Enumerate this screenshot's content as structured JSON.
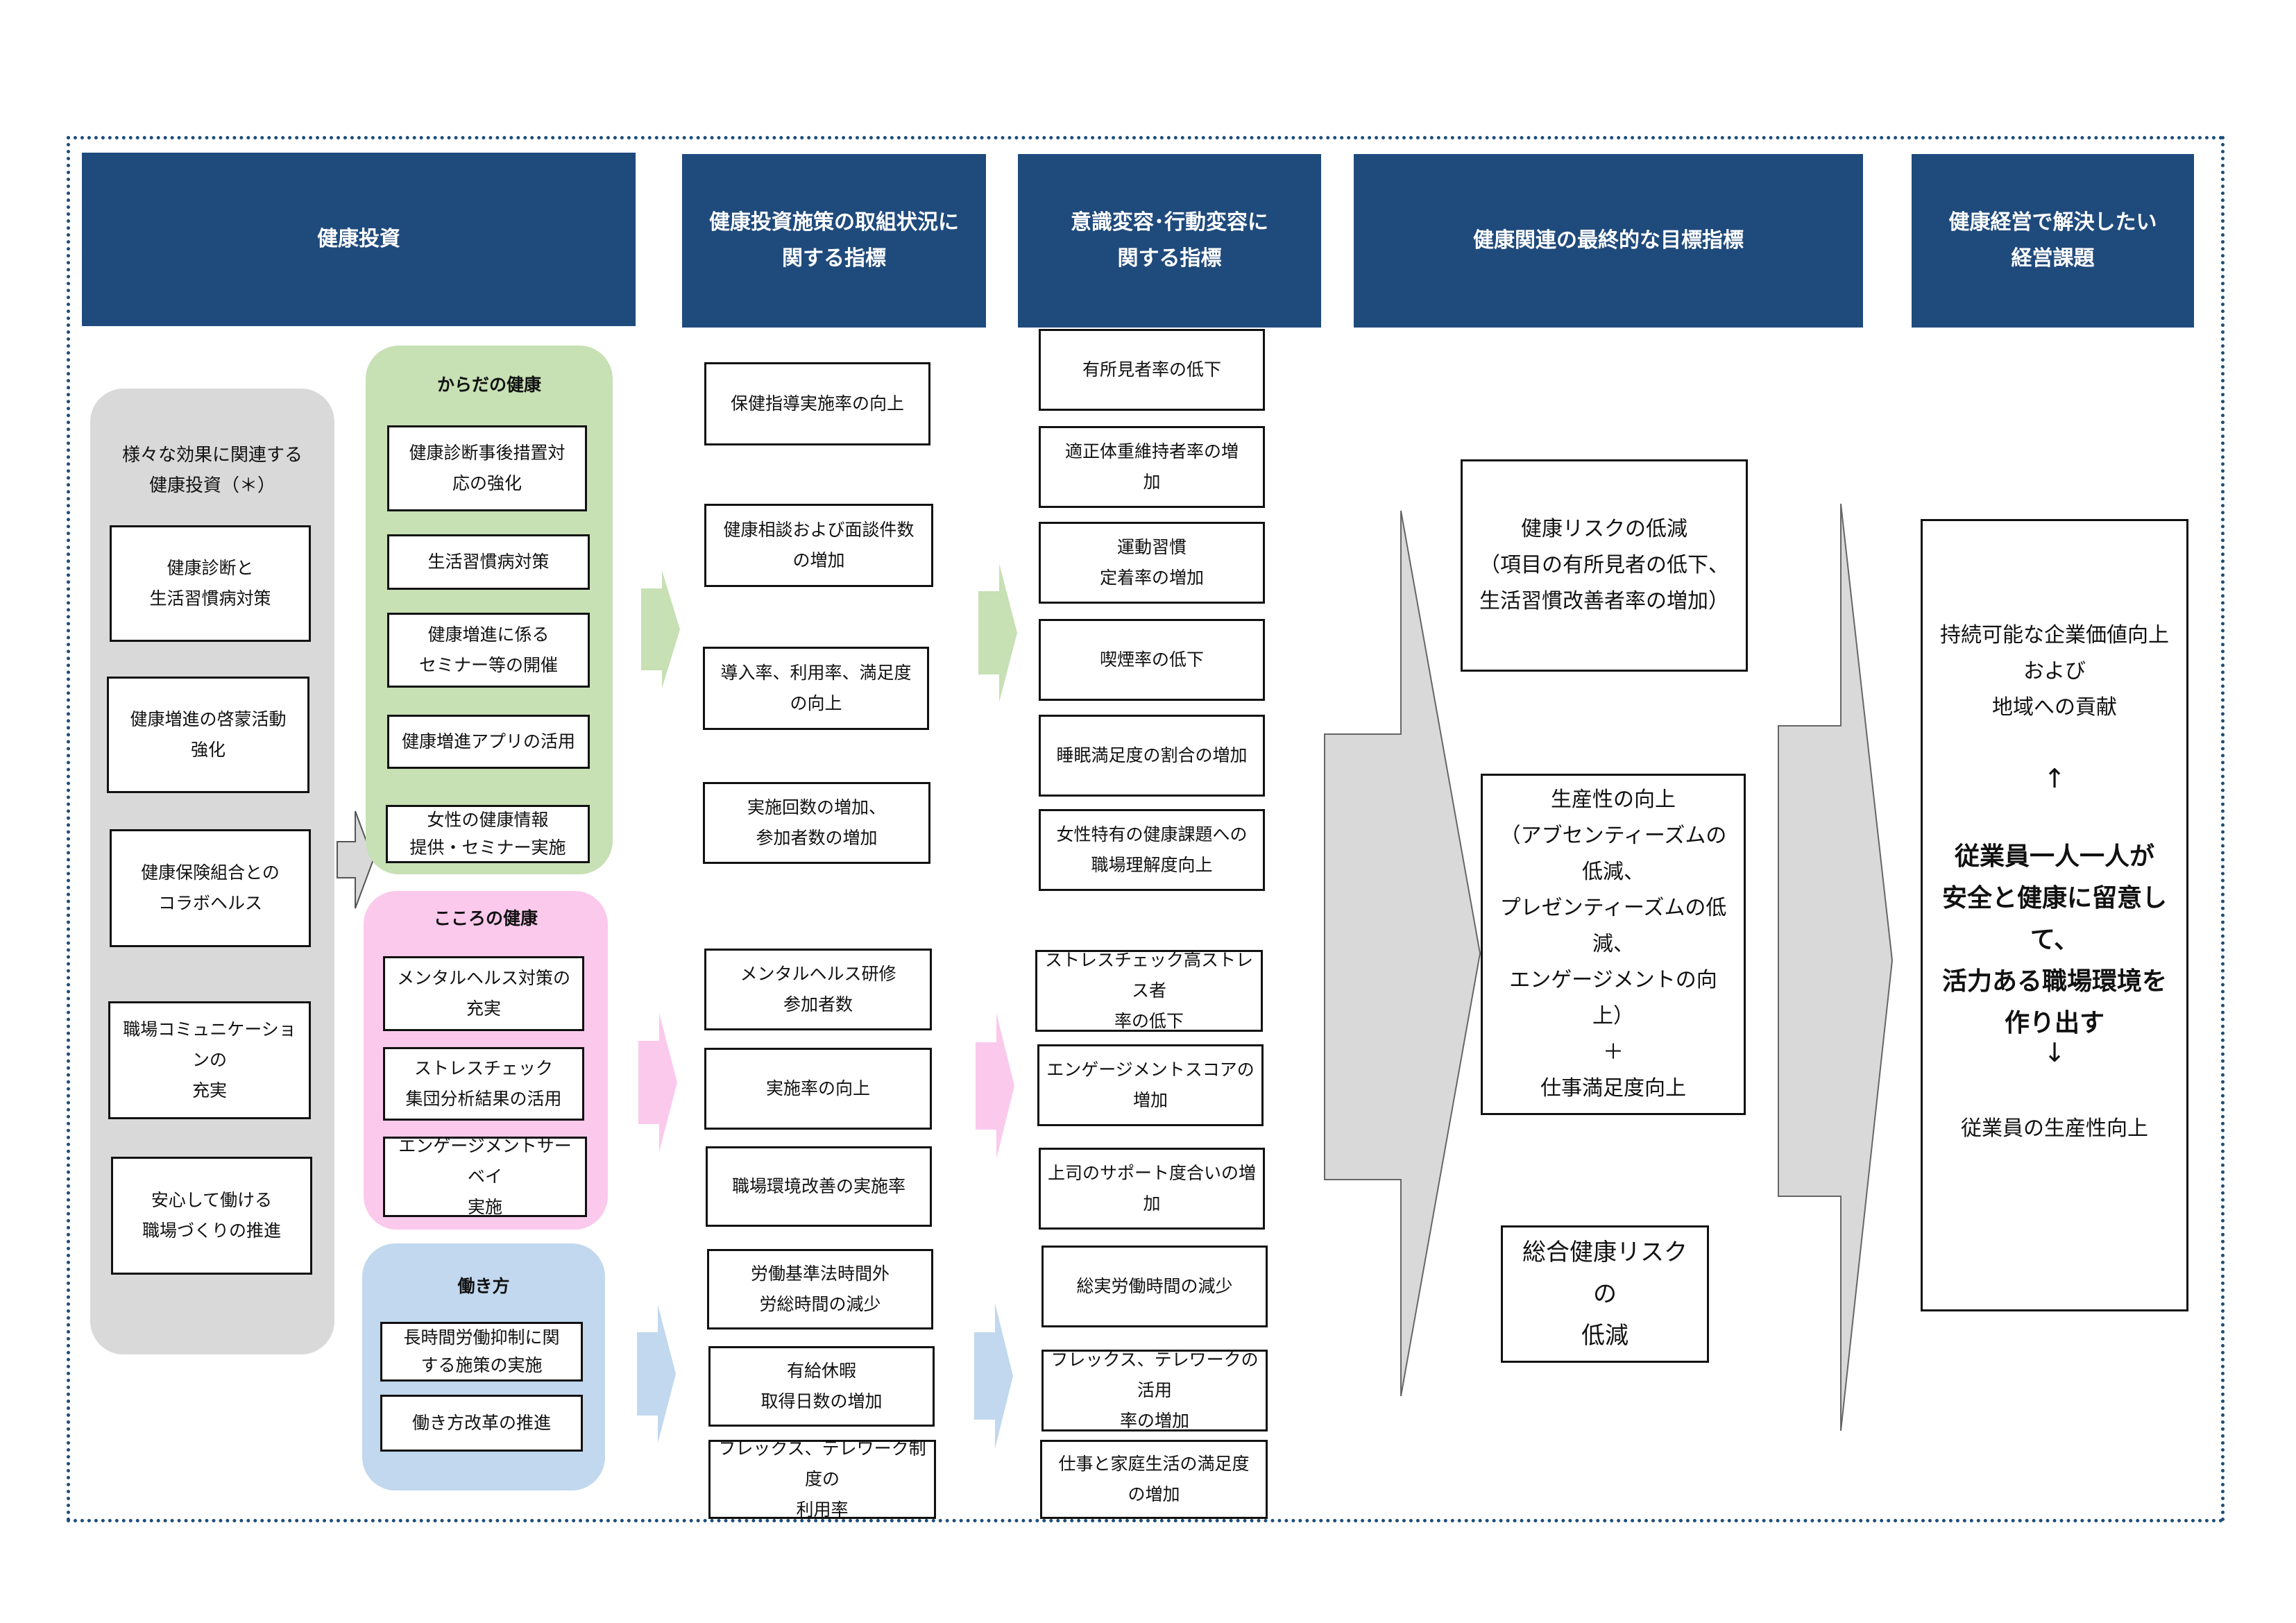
{
  "headers": {
    "col1": "健康投資",
    "col2": "健康投資施策の取組状況に\n関する指標",
    "col3": "意識変容･行動変容に\n関する指標",
    "col4": "健康関連の最終的な目標指標",
    "col5": "健康経営で解決したい\n経営課題"
  },
  "investment": {
    "title": "様々な効果に関連する\n健康投資（＊）",
    "items": [
      "健康診断と\n生活習慣病対策",
      "健康増進の啓蒙活動\n強化",
      "健康保険組合との\nコラボヘルス",
      "職場コミュニケーションの\n充実",
      "安心して働ける\n職場づくりの推進"
    ]
  },
  "groups": {
    "body": {
      "title": "からだの健康",
      "items": [
        "健康診断事後措置対\n応の強化",
        "生活習慣病対策",
        "健康増進に係る\nセミナー等の開催",
        "健康増進アプリの活用",
        "女性の健康情報\n提供・セミナー実施"
      ]
    },
    "mind": {
      "title": "こころの健康",
      "items": [
        "メンタルヘルス対策の\n充実",
        "ストレスチェック\n集団分析結果の活用",
        "エンゲージメントサーベイ\n実施"
      ]
    },
    "work": {
      "title": "働き方",
      "items": [
        "長時間労働抑制に関\nする施策の実施",
        "働き方改革の推進"
      ]
    }
  },
  "measures": {
    "body": [
      "保健指導実施率の向上",
      "健康相談および面談件数\nの増加",
      "導入率、利用率、満足度\nの向上",
      "実施回数の増加、\n参加者数の増加"
    ],
    "mind": [
      "メンタルヘルス研修\n参加者数",
      "実施率の向上",
      "職場環境改善の実施率"
    ],
    "work": [
      "労働基準法時間外\n労総時間の減少",
      "有給休暇\n取得日数の増加",
      "フレックス、テレワーク制度の\n利用率"
    ]
  },
  "behavior": {
    "body": [
      "有所見者率の低下",
      "適正体重維持者率の増\n加",
      "運動習慣\n定着率の増加",
      "喫煙率の低下",
      "睡眠満足度の割合の増加",
      "女性特有の健康課題への\n職場理解度向上"
    ],
    "mind": [
      "ストレスチェック高ストレス者\n率の低下",
      "エンゲージメントスコアの\n増加",
      "上司のサポート度合いの増\n加"
    ],
    "work": [
      "総実労働時間の減少",
      "フレックス、テレワークの活用\n率の増加",
      "仕事と家庭生活の満足度\nの増加"
    ]
  },
  "goals": {
    "risk": "健康リスクの低減\n（項目の有所見者の低下、\n生活習慣改善者率の増加）",
    "productivity": "生産性の向上\n（アブセンティーズムの低減、\nプレゼンティーズムの低減、\nエンゲージメントの向上）\n＋\n仕事満足度向上",
    "total": "総合健康リスクの\n低減"
  },
  "management": {
    "line1": "持続可能な企業価値向上\nおよび\n地域への貢献",
    "up_arrow": "↑",
    "core": "従業員一人一人が\n安全と健康に留意して、\n活力ある職場環境を\n作り出す",
    "down_arrow": "↓",
    "line2": "従業員の生産性向上"
  },
  "colors": {
    "header": "#1f4a7c",
    "frame": "#1f4e7a",
    "grey_panel": "#d9d9d9",
    "body_group": "#c7e0b4",
    "mind_group": "#fbc9ec",
    "work_group": "#c1d8ee"
  }
}
